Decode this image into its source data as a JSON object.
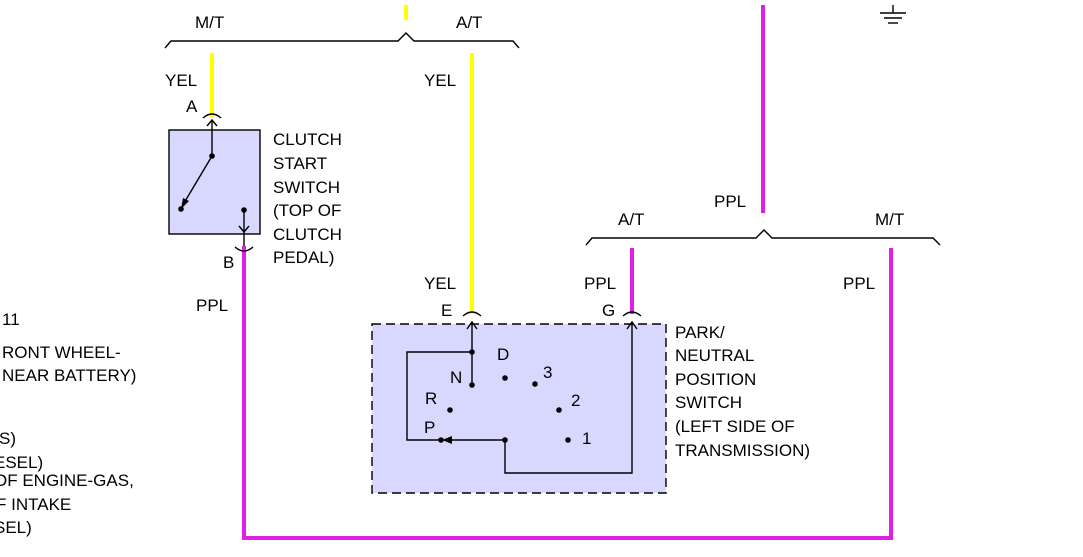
{
  "colors": {
    "yellow": "#ffff00",
    "purple": "#e020e0",
    "box_fill": "#d8d8ff",
    "line": "#000000"
  },
  "labels": {
    "mt_top": "M/T",
    "at_top": "A/T",
    "yel_left": "YEL",
    "yel_mid": "YEL",
    "yel_e": "YEL",
    "ppl_b": "PPL",
    "ppl_top": "PPL",
    "ppl_g": "PPL",
    "ppl_right": "PPL",
    "at_right": "A/T",
    "mt_right": "M/T",
    "pin_a": "A",
    "pin_b": "B",
    "pin_e": "E",
    "pin_g": "G"
  },
  "clutch_switch": {
    "lines": [
      "CLUTCH",
      "START",
      "SWITCH",
      "(TOP OF",
      "CLUTCH",
      "PEDAL)"
    ]
  },
  "pn_switch": {
    "lines": [
      "PARK/",
      "NEUTRAL",
      "POSITION",
      "SWITCH",
      "(LEFT SIDE OF",
      "TRANSMISSION)"
    ],
    "positions": {
      "p": "P",
      "r": "R",
      "n": "N",
      "d": "D",
      "three": "3",
      "two": "2",
      "one": "1"
    }
  },
  "left_notes": [
    "11",
    "RONT WHEEL-",
    "NEAR BATTERY)",
    "S)",
    "ESEL)",
    "OF ENGINE-GAS,",
    "F INTAKE",
    "SEL)"
  ]
}
